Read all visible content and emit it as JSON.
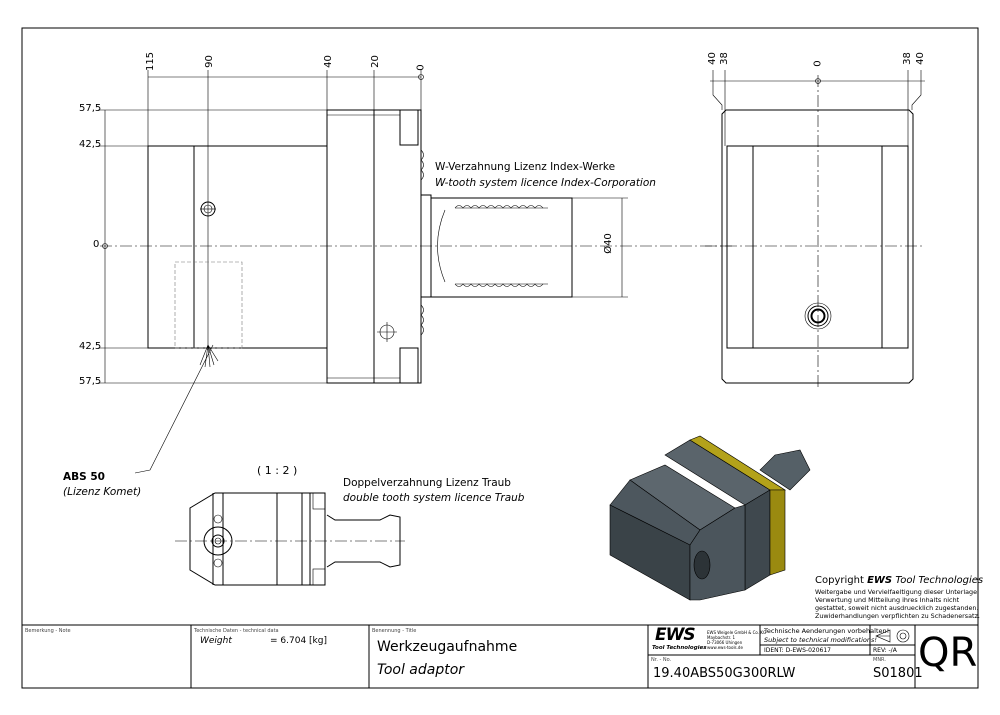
{
  "front_view": {
    "top_dims": [
      "115",
      "90",
      "40",
      "20",
      "0"
    ],
    "left_dims": [
      "57,5",
      "42,5",
      "0",
      "42,5",
      "57,5"
    ],
    "note_de": "W-Verzahnung Lizenz Index-Werke",
    "note_en": "W-tooth system licence Index-Corporation",
    "diameter": "Ø40"
  },
  "side_view": {
    "top_dims": [
      "40",
      "38",
      "0",
      "38",
      "40"
    ]
  },
  "abs_label": "ABS 50",
  "abs_sub": "(Lizenz Komet)",
  "detail_view": {
    "scale": "( 1 : 2 )",
    "note_de": "Doppelverzahnung Lizenz Traub",
    "note_en": "double tooth system licence Traub"
  },
  "iso_view": {
    "colors": {
      "body": "#4b555c",
      "flange": "#b3a21a"
    }
  },
  "copyright": {
    "title_prefix": "Copyright",
    "brand": "EWS",
    "title_suffix": "Tool Technologies",
    "lines": [
      "Weitergabe und Vervielfaeltigung dieser Unterlage,",
      "Verwertung und Mitteilung ihres Inhalts nicht",
      "gestattet, soweit nicht ausdruecklich zugestanden.",
      "Zuwiderhandlungen verpflichten zu Schadenersatz."
    ]
  },
  "title_block": {
    "note_label": "Bemerkung - Note",
    "tech_label": "Technische Daten - technical data",
    "weight_label": "Weight",
    "weight_value": "=  6.704 [kg]",
    "title_label": "Benennung - Title",
    "title_de": "Werkzeugaufnahme",
    "title_en": "Tool adaptor",
    "logo": "EWS",
    "logo_sub": "Tool Technologies",
    "company": [
      "EWS Weigele GmbH & Co. KG",
      "Maybachstr. 1",
      "D-73066 Uhingen",
      "www.ews-tools.de"
    ],
    "change_de": "Technische Aenderungen vorbehalten!",
    "change_en": "Subject to technical modifications!",
    "ident": "IDENT:  D-EWS-020617",
    "rev": "REV:  -/A",
    "number_label": "Nr. - No.",
    "number": "19.40ABS50G300RLW",
    "mnr_label": "MNR.",
    "mnr": "S01801",
    "code": "QR"
  }
}
